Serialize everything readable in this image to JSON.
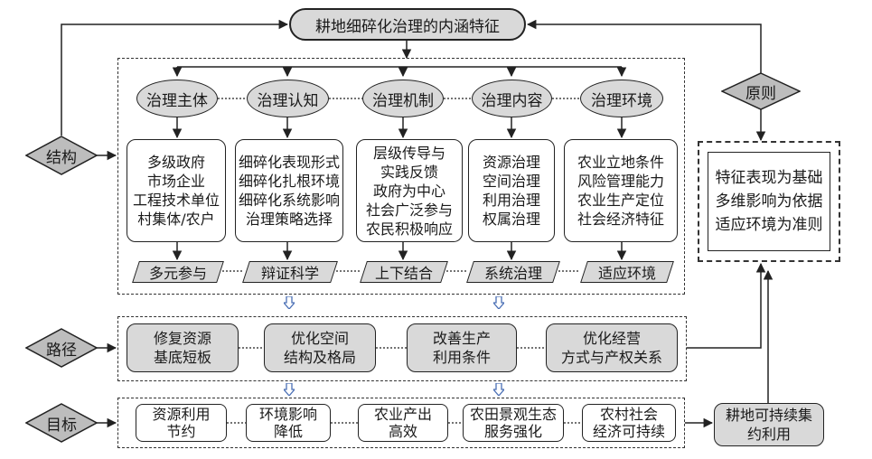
{
  "title": "耕地细碎化治理的内涵特征",
  "side_labels": {
    "structure": "结构",
    "path": "路径",
    "goal": "目标",
    "principle": "原则"
  },
  "dimensions": [
    {
      "oval": "治理主体",
      "lines": [
        "多级政府",
        "市场企业",
        "工程技术单位",
        "村集体/农户"
      ],
      "feature": "多元参与"
    },
    {
      "oval": "治理认知",
      "lines": [
        "细碎化表现形式",
        "细碎化扎根环境",
        "细碎化系统影响",
        "治理策略选择"
      ],
      "feature": "辩证科学"
    },
    {
      "oval": "治理机制",
      "lines": [
        "层级传导与",
        "实践反馈",
        "政府为中心",
        "社会广泛参与",
        "农民积极响应"
      ],
      "feature": "上下结合"
    },
    {
      "oval": "治理内容",
      "lines": [
        "资源治理",
        "空间治理",
        "利用治理",
        "权属治理"
      ],
      "feature": "系统治理"
    },
    {
      "oval": "治理环境",
      "lines": [
        "农业立地条件",
        "风险管理能力",
        "农业生产定位",
        "社会经济特征"
      ],
      "feature": "适应环境"
    }
  ],
  "paths": [
    [
      "修复资源",
      "基底短板"
    ],
    [
      "优化空间",
      "结构及格局"
    ],
    [
      "改善生产",
      "利用条件"
    ],
    [
      "优化经营",
      "方式与产权关系"
    ]
  ],
  "goals": [
    [
      "资源利用",
      "节约"
    ],
    [
      "环境影响",
      "降低"
    ],
    [
      "农业产出",
      "高效"
    ],
    [
      "农田景观生态",
      "服务强化"
    ],
    [
      "农村社会",
      "经济可持续"
    ]
  ],
  "principles": [
    "特征表现为基础",
    "多维影响为依据",
    "适应环境为准则"
  ],
  "outcome": [
    "耕地可持续集",
    "约利用"
  ]
}
